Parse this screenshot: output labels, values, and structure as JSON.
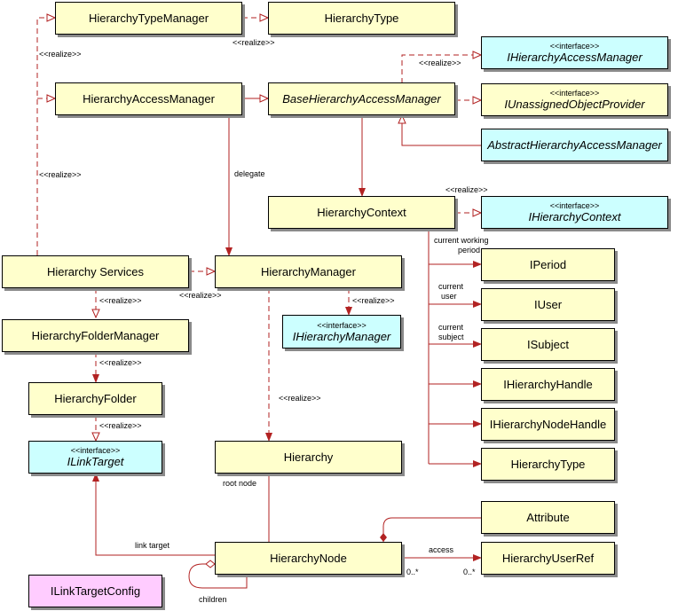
{
  "classes": {
    "hierarchy_type_manager": "HierarchyTypeManager",
    "hierarchy_type_top": "HierarchyType",
    "hierarchy_access_manager": "HierarchyAccessManager",
    "base_hierarchy_access_manager": "BaseHierarchyAccessManager",
    "abstract_hierarchy_access_manager": "AbstractHierarchyAccessManager",
    "hierarchy_context": "HierarchyContext",
    "hierarchy_services": "Hierarchy Services",
    "hierarchy_manager": "HierarchyManager",
    "hierarchy_folder_manager": "HierarchyFolderManager",
    "hierarchy_folder": "HierarchyFolder",
    "hierarchy": "Hierarchy",
    "hierarchy_node": "HierarchyNode",
    "attribute": "Attribute",
    "hierarchy_user_ref": "HierarchyUserRef",
    "iperiod": "IPeriod",
    "iuser": "IUser",
    "isubject": "ISubject",
    "ihierarchy_handle": "IHierarchyHandle",
    "ihierarchy_node_handle": "IHierarchyNodeHandle",
    "hierarchy_type_right": "HierarchyType",
    "ilink_target_config": "ILinkTargetConfig"
  },
  "interfaces": {
    "stereotype": "<<interface>>",
    "ihierarchy_access_manager": "IHierarchyAccessManager",
    "iunassigned_object_provider": "IUnassignedObjectProvider",
    "ihierarchy_context": "IHierarchyContext",
    "ihierarchy_manager": "IHierarchyManager",
    "ilink_target": "ILinkTarget"
  },
  "labels": {
    "realize": "<<realize>>",
    "delegate": "delegate",
    "current_working": "current working",
    "period": "period",
    "current": "current",
    "user": "user",
    "subject": "subject",
    "root_node": "root node",
    "link_target": "link target",
    "children": "children",
    "access": "access",
    "mult_many": "0..*"
  },
  "colors": {
    "class_fill": "#ffffcc",
    "interface_fill": "#ccffff",
    "config_fill": "#ffccff",
    "line": "#b22222"
  }
}
